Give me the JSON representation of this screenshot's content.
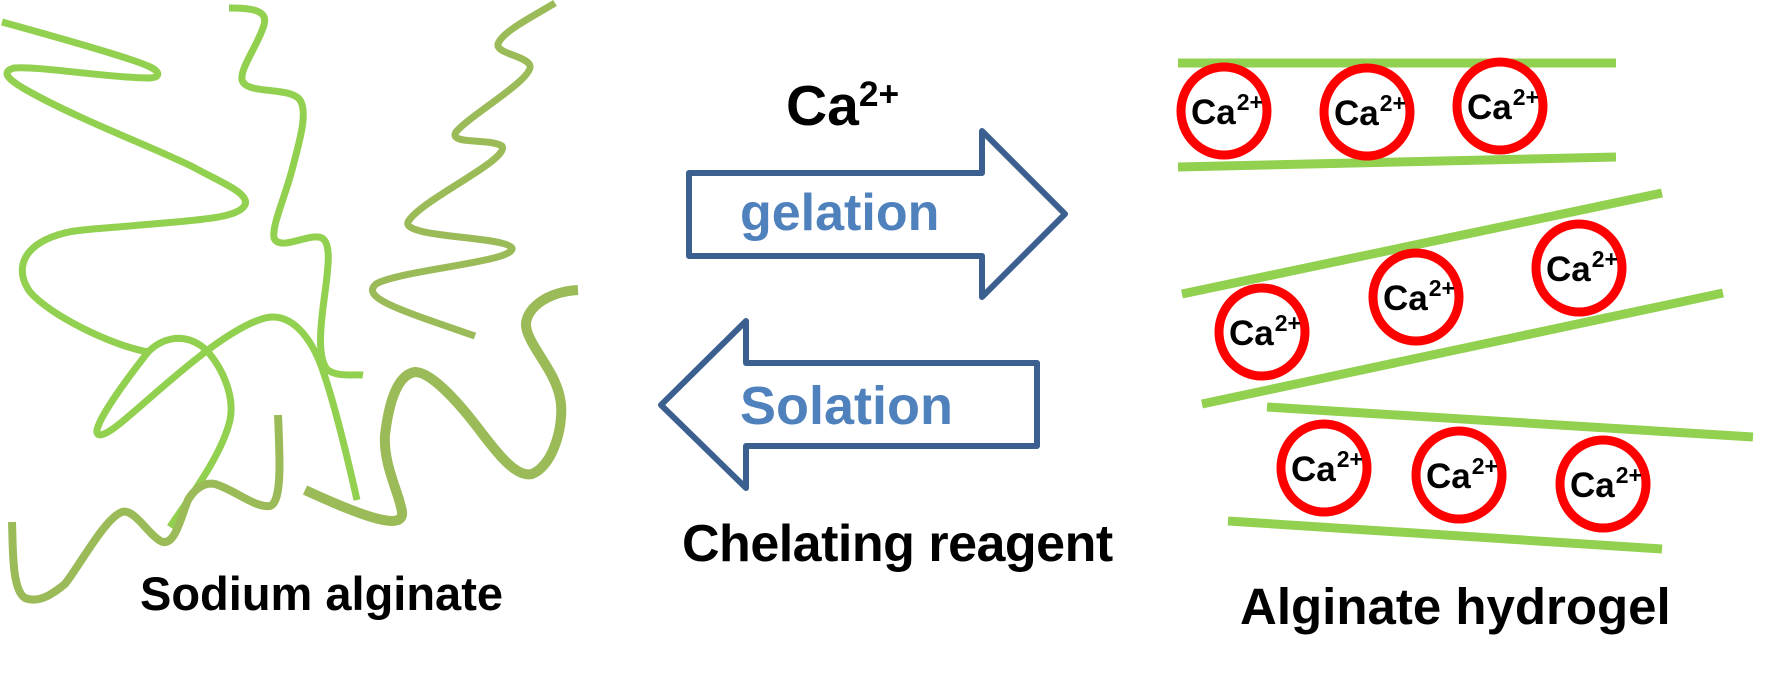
{
  "colors": {
    "chain_bright": "#92D050",
    "chain_olive": "#9BBB59",
    "arrow_outline": "#3B6090",
    "arrow_text": "#4F81BD",
    "ion_ring": "#FF0000",
    "text": "#000000"
  },
  "left_panel": {
    "label": "Sodium alginate"
  },
  "middle": {
    "reagent_top": {
      "base": "Ca",
      "charge": "2+"
    },
    "forward_arrow": {
      "label": "gelation",
      "direction": "right"
    },
    "reverse_arrow": {
      "label": "Solation",
      "direction": "left"
    },
    "reagent_bottom": "Chelating reagent"
  },
  "right_panel": {
    "label": "Alginate hydrogel",
    "ion": {
      "base": "Ca",
      "charge": "2+"
    },
    "rows": [
      {
        "ions": 3
      },
      {
        "ions": 3
      },
      {
        "ions": 3
      }
    ]
  }
}
